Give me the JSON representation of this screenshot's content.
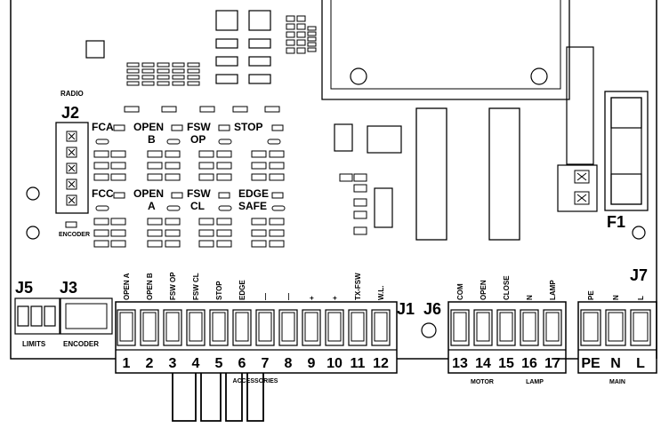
{
  "connectors": {
    "J2": "J2",
    "J3": "J3",
    "J5": "J5",
    "J1": "J1",
    "J6": "J6",
    "J7": "J7",
    "F1": "F1"
  },
  "radio_label": "RADIO",
  "encoder_small_label": "ENCODER",
  "limits_label": "LIMITS",
  "encoder_label": "ENCODER",
  "dip_labels": {
    "row1": [
      "FCA",
      "OPEN",
      "FSW",
      "STOP"
    ],
    "row1_sub": [
      "B",
      "OP"
    ],
    "row2": [
      "FCC",
      "OPEN",
      "FSW",
      "EDGE"
    ],
    "row2_sub": [
      "A",
      "CL",
      "SAFE"
    ]
  },
  "j1_terminals": [
    {
      "num": "1",
      "label": "OPEN A"
    },
    {
      "num": "2",
      "label": "OPEN B"
    },
    {
      "num": "3",
      "label": "FSW OP"
    },
    {
      "num": "4",
      "label": "FSW CL"
    },
    {
      "num": "5",
      "label": "STOP"
    },
    {
      "num": "6",
      "label": "EDGE"
    },
    {
      "num": "7",
      "label": "—"
    },
    {
      "num": "8",
      "label": "—"
    },
    {
      "num": "9",
      "label": "+"
    },
    {
      "num": "10",
      "label": "+"
    },
    {
      "num": "11",
      "label": "TX-FSW"
    },
    {
      "num": "12",
      "label": "W.L."
    }
  ],
  "j6_terminals": [
    {
      "num": "13",
      "label": "COM"
    },
    {
      "num": "14",
      "label": "OPEN"
    },
    {
      "num": "15",
      "label": "CLOSE"
    },
    {
      "num": "16",
      "label": "N"
    },
    {
      "num": "17",
      "label": "LAMP"
    }
  ],
  "j7_terminals": [
    {
      "num": "PE",
      "label": "PE"
    },
    {
      "num": "N",
      "label": "N"
    },
    {
      "num": "L",
      "label": "L"
    }
  ],
  "accessories_label": "ACCESSORIES",
  "motor_label": "MOTOR",
  "lamp_label": "LAMP",
  "main_label": "MAIN"
}
